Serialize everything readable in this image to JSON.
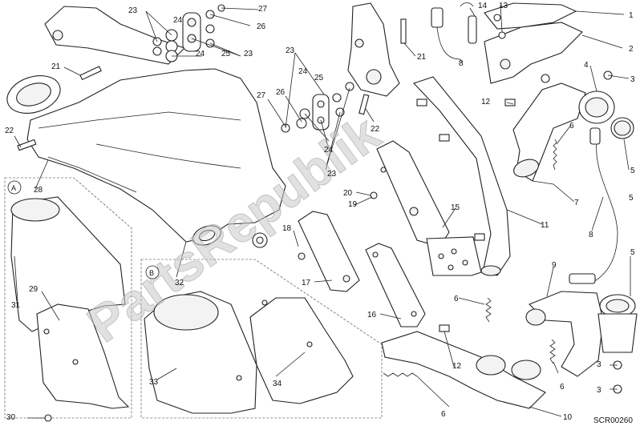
{
  "diagram": {
    "drawing_code": "SCR00260",
    "watermark": "PartsRepublik",
    "callouts": [
      "1",
      "2",
      "3",
      "4",
      "5",
      "6",
      "7",
      "8",
      "9",
      "10",
      "11",
      "12",
      "13",
      "14",
      "15",
      "16",
      "17",
      "18",
      "19",
      "20",
      "21",
      "22",
      "23",
      "24",
      "25",
      "26",
      "27",
      "28",
      "29",
      "30",
      "31",
      "32",
      "33",
      "34"
    ],
    "variants": [
      "A",
      "B"
    ]
  }
}
